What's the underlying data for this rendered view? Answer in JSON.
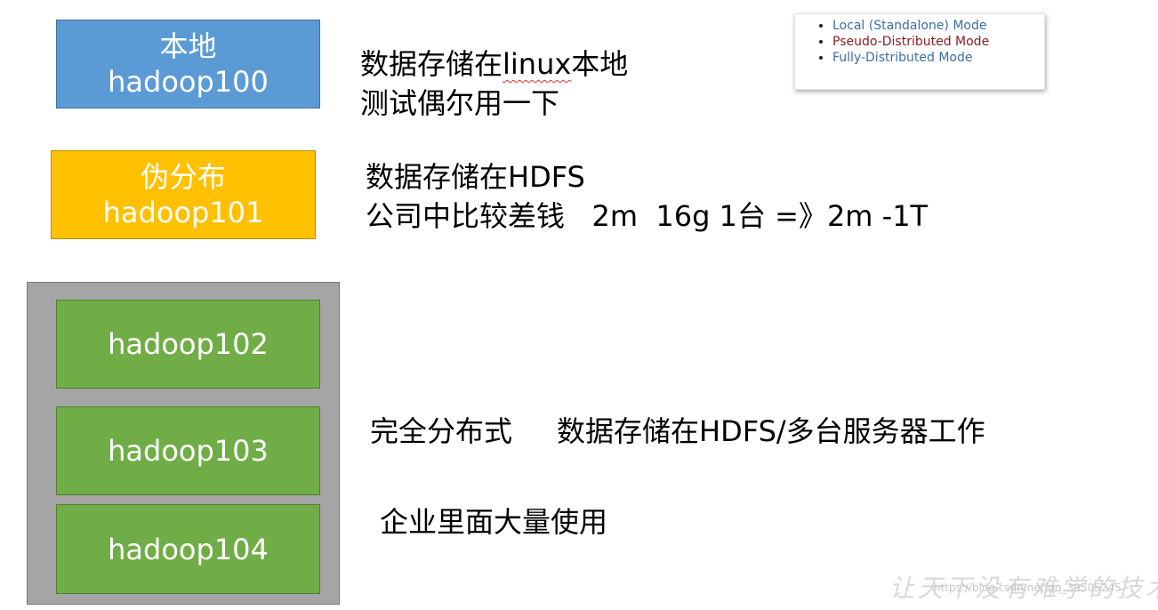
{
  "nodes": {
    "local": {
      "title": "本地",
      "host": "hadoop100",
      "color": "#5b9bd5"
    },
    "pseudo": {
      "title": "伪分布",
      "host": "hadoop101",
      "color": "#ffc000"
    },
    "cluster": {
      "color": "#a5a5a5",
      "hosts": [
        "hadoop102",
        "hadoop103",
        "hadoop104"
      ],
      "host_color": "#70ad47"
    }
  },
  "descriptions": {
    "local": {
      "line1_pre": "数据存储在",
      "line1_word": "linux",
      "line1_post": "本地",
      "line2": "测试偶尔用一下"
    },
    "pseudo": {
      "line1": "数据存储在HDFS",
      "line2": "公司中比较差钱   2m  16g 1台 =》2m -1T"
    },
    "cluster": {
      "label": "完全分布式",
      "line": "数据存储在HDFS/多台服务器工作",
      "usage": "企业里面大量使用"
    }
  },
  "modes_list": [
    {
      "label": "Local (Standalone) Mode",
      "color": "#3a6ea5"
    },
    {
      "label": "Pseudo-Distributed Mode",
      "color": "#8b1a1a"
    },
    {
      "label": "Fully-Distributed Mode",
      "color": "#3a6ea5"
    }
  ],
  "watermark": {
    "text": "让天下没有难学的技术",
    "url": "https://blog.csdn.net/qq_39505245"
  }
}
